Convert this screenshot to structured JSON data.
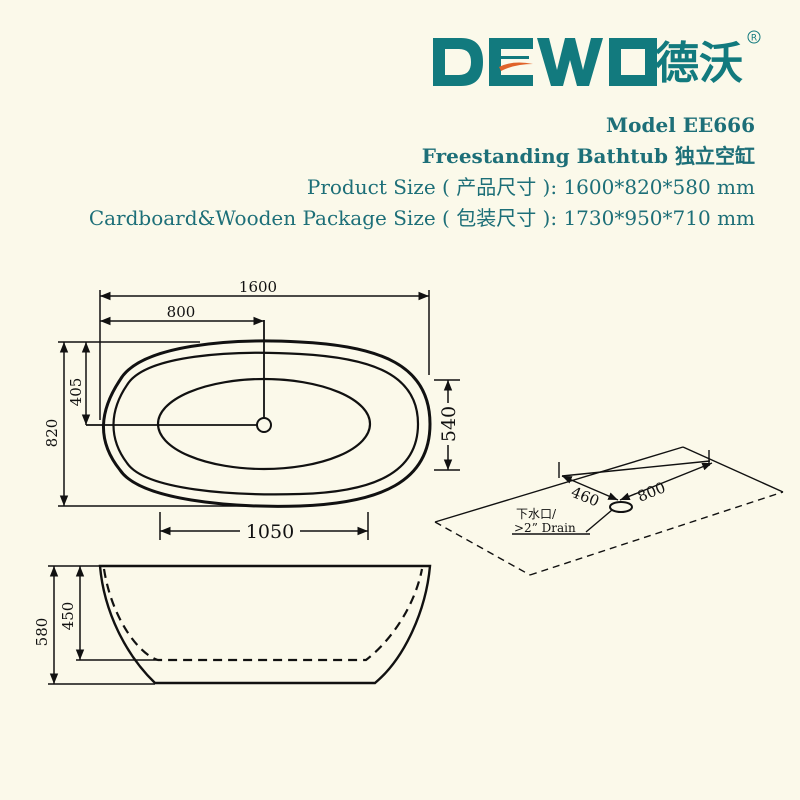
{
  "brand": {
    "latin": "DEWO",
    "chinese": "德沃",
    "registered": "R",
    "color": "#127a7e",
    "accent": "#e0632a"
  },
  "info": {
    "model": "Model EE666",
    "product_name": "Freestanding Bathtub 独立空缸",
    "product_size": "Product Size ( 产品尺寸 ):  1600*820*580 mm",
    "package_size": "Cardboard&Wooden Package Size ( 包装尺寸 ):  1730*950*710 mm",
    "text_color": "#1d6f78"
  },
  "dimensions": {
    "length_total": "1600",
    "half_length": "800",
    "width_total": "820",
    "drain_offset": "405",
    "inner_width": "540",
    "inner_length": "1050",
    "height_total": "580",
    "inner_depth": "450",
    "floor_drain_460": "460",
    "floor_drain_800": "800",
    "drain_note_cn": "下水口/",
    "drain_note_en": ">2” Drain"
  }
}
